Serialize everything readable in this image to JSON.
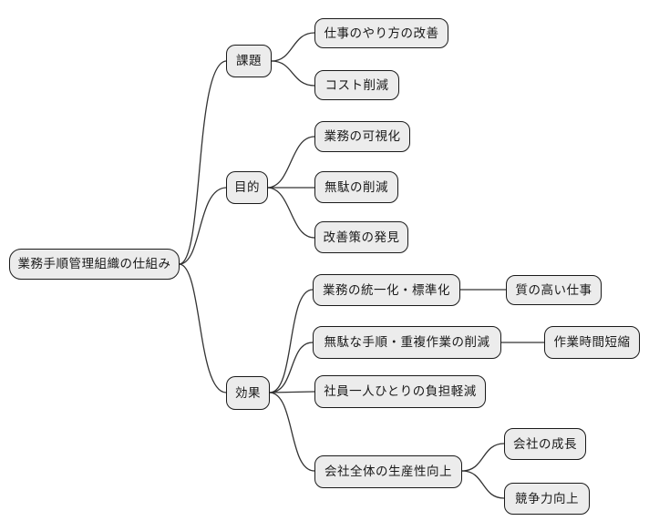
{
  "diagram": {
    "type": "mindmap",
    "root": {
      "label": "業務手順管理組織の仕組み"
    },
    "branches": [
      {
        "label": "課題",
        "children": [
          {
            "label": "仕事のやり方の改善"
          },
          {
            "label": "コスト削減"
          }
        ]
      },
      {
        "label": "目的",
        "children": [
          {
            "label": "業務の可視化"
          },
          {
            "label": "無駄の削減"
          },
          {
            "label": "改善策の発見"
          }
        ]
      },
      {
        "label": "効果",
        "children": [
          {
            "label": "業務の統一化・標準化",
            "children": [
              {
                "label": "質の高い仕事"
              }
            ]
          },
          {
            "label": "無駄な手順・重複作業の削減",
            "children": [
              {
                "label": "作業時間短縮"
              }
            ]
          },
          {
            "label": "社員一人ひとりの負担軽減"
          },
          {
            "label": "会社全体の生産性向上",
            "children": [
              {
                "label": "会社の成長"
              },
              {
                "label": "競争力向上"
              }
            ]
          }
        ]
      }
    ],
    "colors": {
      "background": "#ffffff",
      "node_fill": "#ececec",
      "node_border": "#1a1a1a",
      "connector": "#333333",
      "text": "#1a1a1a"
    }
  }
}
